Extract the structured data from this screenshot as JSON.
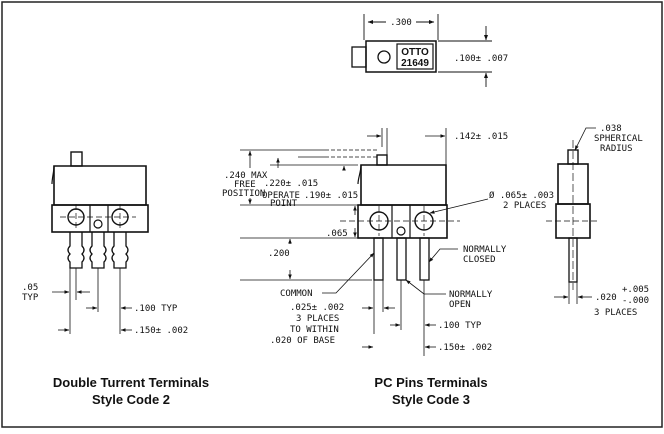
{
  "top_part": {
    "width_dim": ".300",
    "height_dim": ".100± .007",
    "brand": "OTTO",
    "part_number": "21649"
  },
  "left_view": {
    "dim_pitch_small": ".05",
    "dim_pitch_small_sub": "TYP",
    "dim_pin": ".100 TYP",
    "dim_pitch": ".150± .002",
    "caption_line1": "Double Turrent Terminals",
    "caption_line2": "Style Code 2"
  },
  "center_view": {
    "dim_max_1": ".240 MAX",
    "dim_max_2": "FREE",
    "dim_max_3": "POSITION",
    "dim_free": ".220± .015",
    "dim_op_1": "OPERATE",
    "dim_op_2": "POINT",
    "dim_op_val": ".190± .015",
    "dim_top": ".142± .015",
    "dim_hole": "Ø .065± .003",
    "dim_hole_sub": "2 PLACES",
    "dim_065": ".065",
    "dim_200": ".200",
    "label_nc_1": "NORMALLY",
    "label_nc_2": "CLOSED",
    "label_common": "COMMON",
    "label_no_1": "NORMALLY",
    "label_no_2": "OPEN",
    "dim_pin_w": ".025± .002",
    "dim_pin_1": "3 PLACES",
    "dim_pin_2": "TO WITHIN",
    "dim_pin_3": ".020 OF BASE",
    "dim_pin_pitch": ".100 TYP",
    "dim_pitch": ".150± .002",
    "caption_line1": "PC Pins Terminals",
    "caption_line2": "Style Code 3"
  },
  "right_view": {
    "dim_radius_val": ".038",
    "dim_radius_1": "SPHERICAL",
    "dim_radius_2": "RADIUS",
    "dim_width_main": ".020",
    "dim_width_plus": "+.005",
    "dim_width_minus": "-.000",
    "dim_width_sub": "3 PLACES"
  }
}
